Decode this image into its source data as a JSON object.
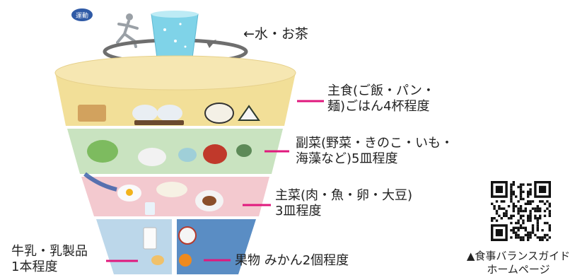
{
  "water": {
    "label": "←水・お茶"
  },
  "exercise": {
    "badge": "運動"
  },
  "tier1": {
    "line1": "主食(ご飯・パン・",
    "line2": "麺)ごはん4杯程度"
  },
  "tier2": {
    "line1": "副菜(野菜・きのこ・いも・",
    "line2": "海藻など)5皿程度"
  },
  "tier3": {
    "line1": "主菜(肉・魚・卵・大豆)",
    "line2": "3皿程度"
  },
  "dairy": {
    "line1": "牛乳・乳製品",
    "line2": "1本程度"
  },
  "fruit": {
    "label": "果物 みかん2個程度"
  },
  "qr": {
    "caption_line1": "▲食事バランスガイド",
    "caption_line2": "ホームページ"
  },
  "colors": {
    "accent_line": "#e0197d",
    "grain_band": "#f2df98",
    "vegetable_band": "#c9e3c0",
    "protein_band": "#f3c9cf",
    "dairy_band": "#bcd7ea",
    "fruit_band": "#5a8dc4",
    "water_glass": "#7fd3e8"
  }
}
